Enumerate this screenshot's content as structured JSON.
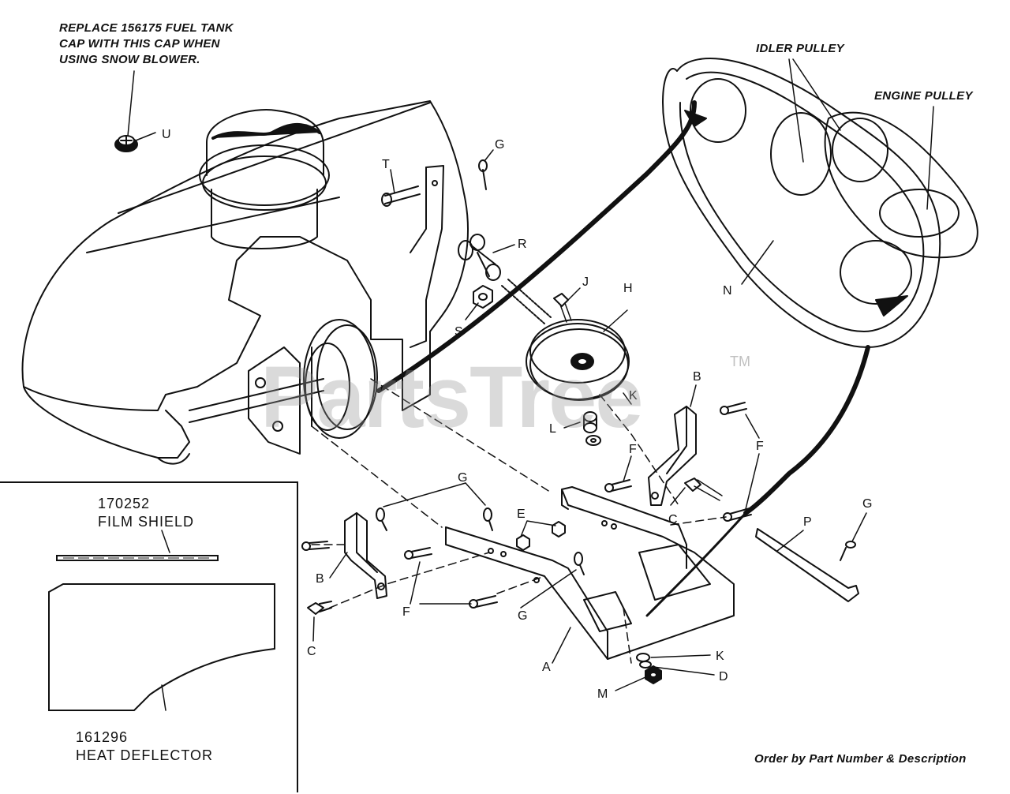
{
  "notes": {
    "fuel_cap_line1": "REPLACE 156175 FUEL TANK",
    "fuel_cap_line2": "CAP WITH THIS CAP WHEN",
    "fuel_cap_line3": "USING SNOW BLOWER.",
    "idler_pulley": "IDLER PULLEY",
    "engine_pulley": "ENGINE PULLEY",
    "order_by": "Order by Part Number & Description"
  },
  "inset": {
    "film_shield_number": "170252",
    "film_shield_name": "FILM SHIELD",
    "heat_deflector_number": "161296",
    "heat_deflector_name": "HEAT DEFLECTOR"
  },
  "watermark": {
    "text": "PartsTree",
    "tm": "TM"
  },
  "callouts": {
    "u": "U",
    "t": "T",
    "g1": "G",
    "r": "R",
    "s": "S",
    "j": "J",
    "h": "H",
    "n": "N",
    "b1": "B",
    "k1": "K",
    "l": "L",
    "f1": "F",
    "f2": "F",
    "c1": "C",
    "p": "P",
    "g2": "G",
    "g3": "G",
    "e": "E",
    "b2": "B",
    "c2": "C",
    "f3": "F",
    "g4": "G",
    "a": "A",
    "k2": "K",
    "d": "D",
    "m": "M"
  }
}
